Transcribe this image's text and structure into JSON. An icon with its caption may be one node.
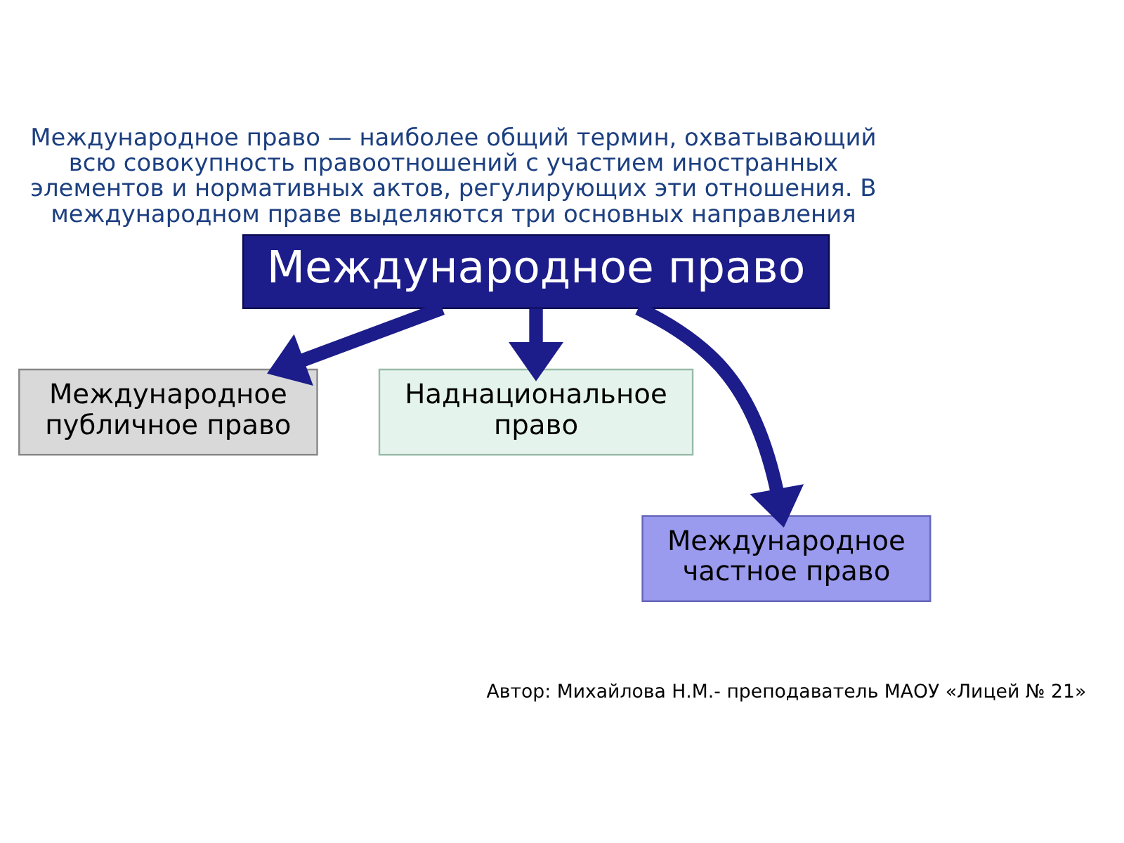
{
  "diagram": {
    "title": "Международное право — наиболее общий термин, охватывающий всю совокупность правоотношений с участием иностранных элементов и нормативных актов, регулирующих эти отношения. В международном праве выделяются три основных направления",
    "nodes": [
      {
        "text": [
          "Международное право"
        ]
      },
      {
        "text": [
          "Международное публичное право"
        ]
      },
      {
        "text": [
          "Наднациональное право"
        ]
      },
      {
        "text": [
          "Международное частное право"
        ]
      }
    ],
    "edges": [
      {
        "from": 0,
        "to": 1,
        "arrow": "to"
      },
      {
        "from": 0,
        "to": 3,
        "arrow": "to"
      },
      {
        "from": 0,
        "to": 2,
        "arrow": "to"
      }
    ],
    "labels": [
      "Автор: Михайлова Н.М.- преподаватель МАОУ «Лицей № 21»"
    ]
  }
}
